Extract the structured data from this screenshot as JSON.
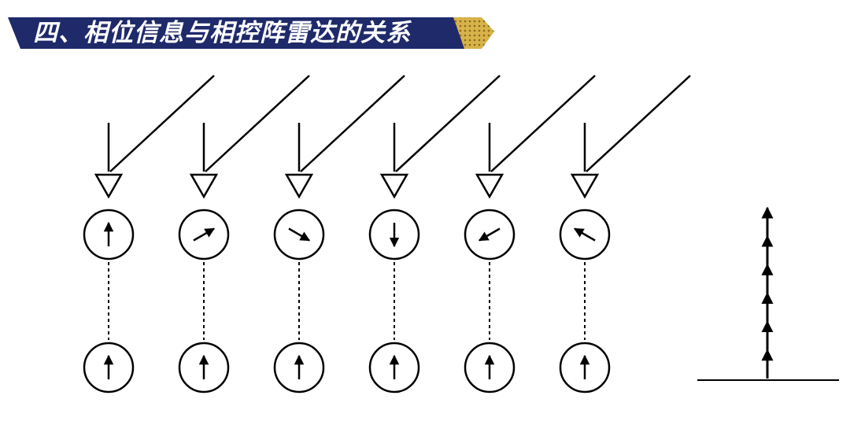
{
  "slide": {
    "title": "四、相位信息与相控阵雷达的关系"
  },
  "colors": {
    "banner": "#1f2a6b",
    "banner_gold": "#d8b34a",
    "ink": "#000000",
    "background": "#ffffff"
  },
  "diagram": {
    "element_count": 6,
    "top_row_phase_directions_deg": [
      0,
      60,
      120,
      180,
      240,
      300
    ],
    "bottom_row_phase_directions_deg": [
      0,
      0,
      0,
      0,
      0,
      0
    ],
    "summed_vector_arrow_count": 6
  }
}
